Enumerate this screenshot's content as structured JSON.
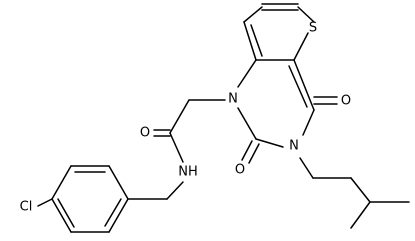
{
  "molecule": {
    "atoms": {
      "s1": "S",
      "n1": "N",
      "n3": "N",
      "o_ring_top": "O",
      "o_ring_bottom": "O",
      "o_amide": "O",
      "n_amide": "NH",
      "cl": "Cl"
    },
    "colors": {
      "bond": "#000000",
      "background": "#ffffff"
    }
  }
}
